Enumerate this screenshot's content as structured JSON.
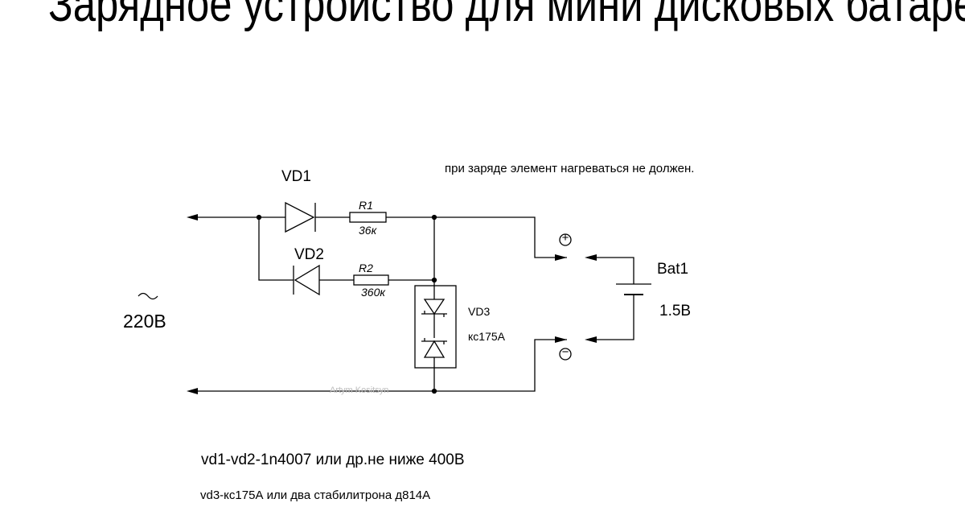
{
  "title": "Зарядное устройство для мини дисковых батареек",
  "note": "при заряде элемент нагреваться не должен.",
  "components": {
    "vd1": "VD1",
    "vd2": "VD2",
    "r1_name": "R1",
    "r1_value": "36к",
    "r2_name": "R2",
    "r2_value": "360к",
    "vd3_name": "VD3",
    "vd3_type": "кс175А",
    "bat_name": "Bat1",
    "bat_voltage": "1.5В"
  },
  "mains": {
    "symbol": "~",
    "voltage": "220В"
  },
  "terminals": {
    "plus": "+",
    "minus": "−"
  },
  "watermark": "Artym Kositsyn",
  "footnotes": {
    "line1": "vd1-vd2-1n4007 или др.не ниже 400В",
    "line2": "vd3-кс175А или два стабилитрона д814А"
  }
}
